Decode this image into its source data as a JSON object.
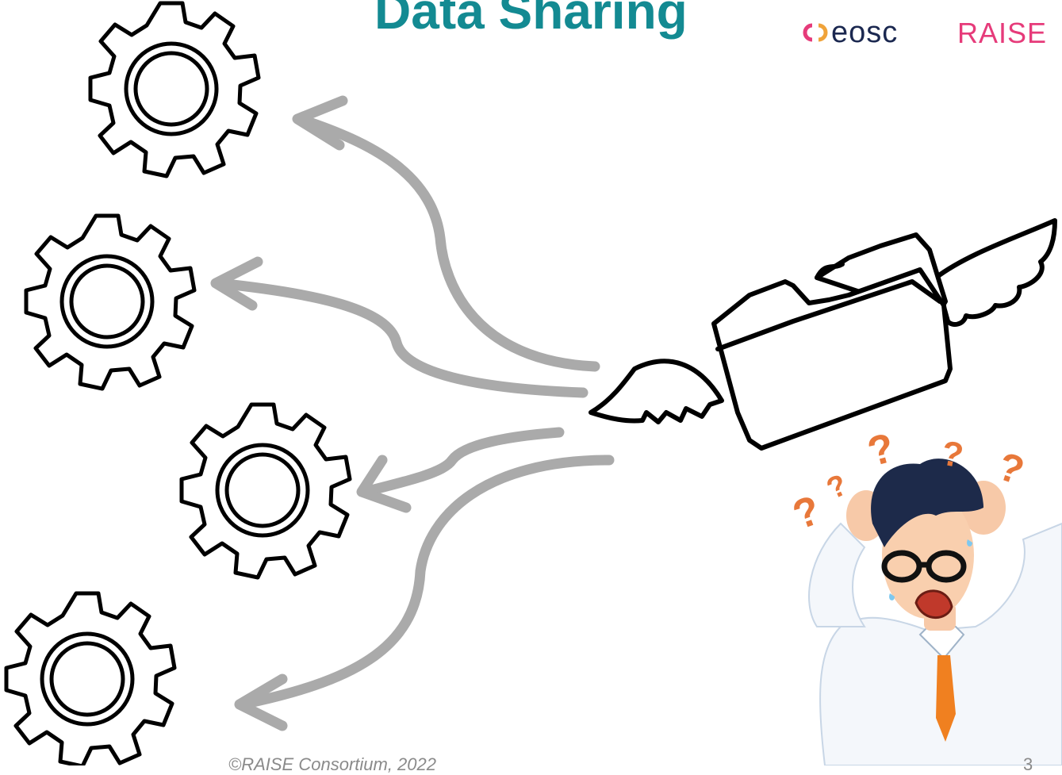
{
  "slide": {
    "title": "Data Sharing",
    "footer": "©RAISE Consortium, 2022",
    "page_number": "3"
  },
  "logos": {
    "eosc": "eosc",
    "raise": "RAISE"
  },
  "icons": {
    "gears": [
      "gear-icon",
      "gear-icon",
      "gear-icon",
      "gear-icon"
    ],
    "folder": "flying-folder-icon",
    "person": "confused-person-illustration",
    "question_marks": [
      "?",
      "?",
      "?",
      "?",
      "?"
    ]
  },
  "colors": {
    "title": "#138a92",
    "arrows": "#aaaaaa",
    "question_marks": "#e8783a",
    "raise": "#e63b7a"
  }
}
